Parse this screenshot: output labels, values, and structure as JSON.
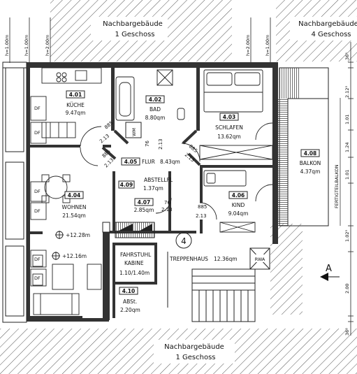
{
  "neighbours": {
    "top_left": {
      "name": "Nachbargebäude",
      "floors": "1 Geschoss"
    },
    "top_right": {
      "name": "Nachbargebäude",
      "floors": "4 Geschoss"
    },
    "bottom": {
      "name": "Nachbargebäude",
      "floors": "1 Geschoss"
    }
  },
  "heights": [
    "h=1.00m",
    "h=2.00m",
    "h=2.00m",
    "h=1.00m",
    "h=1.00m"
  ],
  "rooms": [
    {
      "no": "4.01",
      "name": "KÜCHE",
      "area": "9.47qm"
    },
    {
      "no": "4.02",
      "name": "BAD",
      "area": "8.80qm"
    },
    {
      "no": "4.03",
      "name": "SCHLAFEN",
      "area": "13.62qm"
    },
    {
      "no": "4.04",
      "name": "WOHNEN",
      "area": "21.54qm"
    },
    {
      "no": "4.05",
      "name": "FLUR",
      "area": "8.43qm"
    },
    {
      "no": "4.06",
      "name": "KIND",
      "area": "9.04qm"
    },
    {
      "no": "4.07",
      "name": "",
      "area": "2.85qm"
    },
    {
      "no": "4.08",
      "name": "BALKON",
      "area": "4.37qm"
    },
    {
      "no": "4.09",
      "name": "ABSTELLFL",
      "area": "1.37qm"
    },
    {
      "no": "4.10",
      "name": "ABSt.",
      "area": "2.20qm"
    }
  ],
  "stair": {
    "label": "TREPPENHAUS",
    "area": "12.36qm",
    "floor_mark": "4",
    "rwa": "RWA"
  },
  "elevator": {
    "line1": "FAHRSTUHL",
    "line2": "KABINE",
    "size": "1.10/1.40m"
  },
  "levels": [
    "+12.28m",
    "+12.16m"
  ],
  "door_dims": [
    {
      "w": "885",
      "h": "2.13"
    },
    {
      "w": "885",
      "h": "2.13"
    },
    {
      "w": "76",
      "h": "2.13"
    },
    {
      "w": "885",
      "h": "2.13"
    },
    {
      "w": "76",
      "h": "2.13"
    },
    {
      "w": "885",
      "h": "2.13"
    }
  ],
  "markers": {
    "df": "DF",
    "wm": "WM",
    "north": "A",
    "balcony_note": "FERTIGTEILBALKON"
  },
  "right_dims": [
    "36⁵",
    "2.12⁵",
    "1.01",
    "1.24",
    "1.01",
    "1.02⁵",
    "2.00",
    "36⁵"
  ]
}
